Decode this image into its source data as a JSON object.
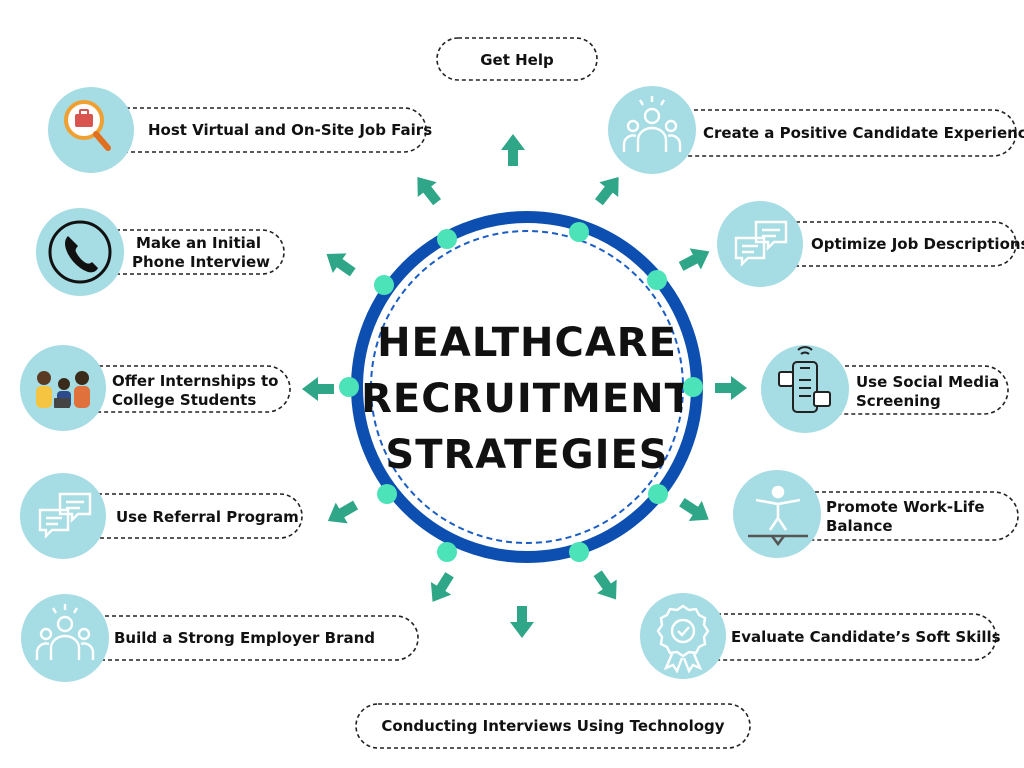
{
  "colors": {
    "ring_outer": "#0c4fb0",
    "ring_inner": "#1a5dc4",
    "arrow": "#2fa687",
    "dot": "#4de3b8",
    "icon_bg": "#a6dce3",
    "icon_line": "#ffffff"
  },
  "title": {
    "line1": "HEALTHCARE",
    "line2": "RECRUITMENT",
    "line3": "STRATEGIES"
  },
  "nodes": {
    "get_help": {
      "label": "Get Help"
    },
    "candidate_experience": {
      "label": "Create a Positive Candidate Experience",
      "icon": "team-icon"
    },
    "job_descriptions": {
      "label": "Optimize Job Descriptions",
      "icon": "chat-bubbles-icon"
    },
    "social_media": {
      "label_line1": "Use Social Media",
      "label_line2": "Screening",
      "icon": "phone-social-icon"
    },
    "work_life": {
      "label_line1": "Promote Work-Life",
      "label_line2": "Balance",
      "icon": "balance-person-icon"
    },
    "soft_skills": {
      "label": "Evaluate Candidate’s Soft Skills",
      "icon": "award-badge-icon"
    },
    "technology": {
      "label": "Conducting Interviews Using Technology"
    },
    "employer_brand": {
      "label": "Build a Strong Employer Brand",
      "icon": "team-icon"
    },
    "referral": {
      "label": "Use Referral Program",
      "icon": "chat-bubbles-icon"
    },
    "internships": {
      "label_line1": "Offer Internships to",
      "label_line2": "College Students",
      "icon": "students-icon"
    },
    "phone_interview": {
      "label_line1": "Make an Initial",
      "label_line2": "Phone Interview",
      "icon": "phone-icon"
    },
    "job_fairs": {
      "label": "Host Virtual and On-Site Job Fairs",
      "icon": "magnifier-briefcase-icon"
    }
  }
}
